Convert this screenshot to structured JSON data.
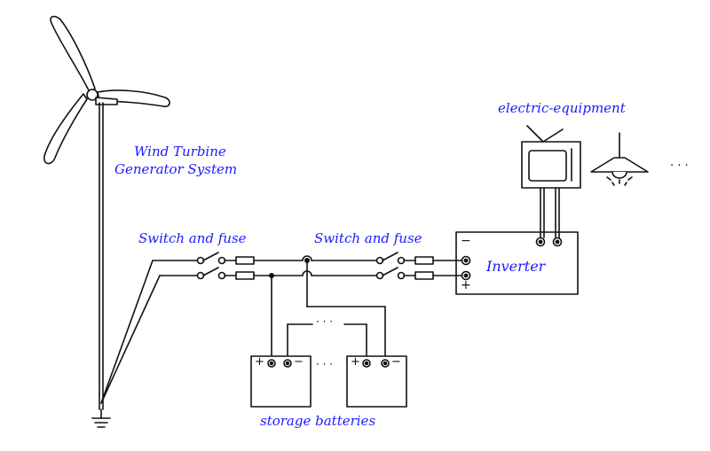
{
  "labels": {
    "wind_turbine_line1": "Wind Turbine",
    "wind_turbine_line2": "Generator System",
    "switch_fuse_left": "Switch and fuse",
    "switch_fuse_right": "Switch and fuse",
    "inverter": "Inverter",
    "electric_equipment": "electric-equipment",
    "storage_batteries": "storage batteries"
  },
  "terminals": {
    "inverter_minus": "−",
    "inverter_plus": "+",
    "battery_plus": "+",
    "battery_minus": "−"
  },
  "ellipsis": {
    "equipment_more": "· · ·",
    "battery_gap": "· · ·",
    "battery_wire_gap": "· · ·"
  },
  "colors": {
    "label_text": "#1a1aff",
    "line": "#111111",
    "background": "#ffffff"
  }
}
